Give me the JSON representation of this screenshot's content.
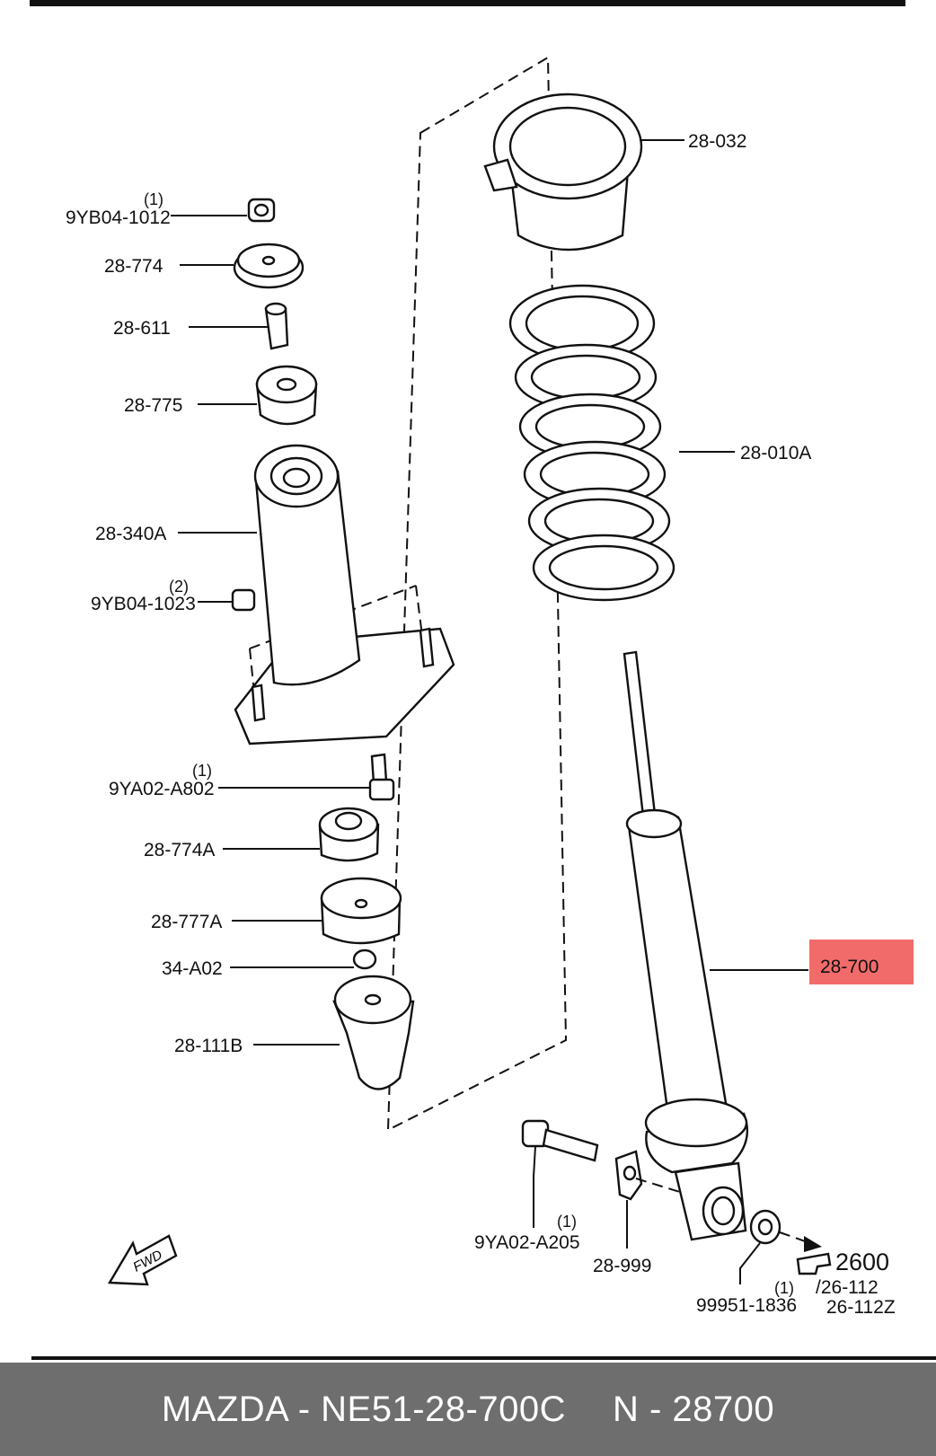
{
  "parts": {
    "p28_032": "28-032",
    "p9yb04_1012": "9YB04-1012",
    "p9yb04_1012_qty": "(1)",
    "p28_774": "28-774",
    "p28_611": "28-611",
    "p28_775": "28-775",
    "p28_010a": "28-010A",
    "p28_340a": "28-340A",
    "p9yb04_1023": "9YB04-1023",
    "p9yb04_1023_qty": "(2)",
    "p9ya02_a802": "9YA02-A802",
    "p9ya02_a802_qty": "(1)",
    "p28_774a": "28-774A",
    "p28_777a": "28-777A",
    "p34_a02": "34-A02",
    "p28_700": "28-700",
    "p28_111b": "28-111B",
    "p9ya02_a205": "9YA02-A205",
    "p9ya02_a205_qty": "(1)",
    "p28_999": "28-999",
    "p99951_1836": "99951-1836",
    "p99951_1836_qty": "(1)"
  },
  "reference": {
    "group": "2600",
    "line1": "/26-112",
    "line2": "26-112Z"
  },
  "fwd_label": "FWD",
  "highlight_color": "#f26b6b",
  "footer": {
    "brand_part": "MAZDA - NE51-28-700C",
    "n_number": "N - 28700"
  }
}
